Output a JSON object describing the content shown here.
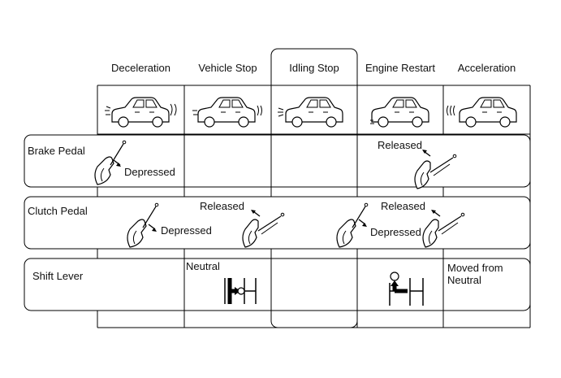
{
  "columns": [
    "Deceleration",
    "Vehicle Stop",
    "Idling Stop",
    "Engine Restart",
    "Acceleration"
  ],
  "rows": {
    "brake": {
      "label": "Brake Pedal",
      "depressed": "Depressed",
      "released": "Released"
    },
    "clutch": {
      "label": "Clutch Pedal",
      "released_1": "Released",
      "depressed_1": "Depressed",
      "released_2": "Released",
      "depressed_2": "Depressed"
    },
    "shift": {
      "label": "Shift Lever",
      "neutral": "Neutral",
      "moved": "Moved from\nNeutral"
    }
  },
  "icons": {
    "car": "car-icon",
    "foot": "foot-pedal-icon",
    "shifter": "shift-pattern-icon"
  }
}
